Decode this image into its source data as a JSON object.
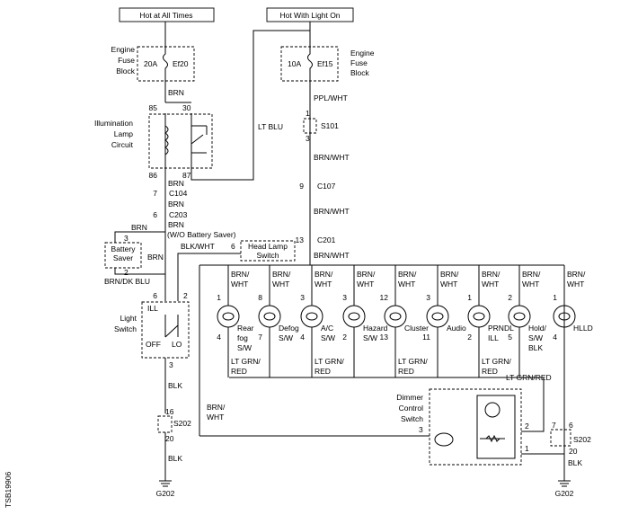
{
  "power": {
    "hot_always": "Hot at All Times",
    "hot_light": "Hot With Light On"
  },
  "fuse_left": {
    "title_1": "Engine",
    "title_2": "Fuse",
    "title_3": "Block",
    "amps": "20A",
    "name": "Ef20"
  },
  "fuse_right": {
    "title_1": "Engine",
    "title_2": "Fuse",
    "title_3": "Block",
    "amps": "10A",
    "name": "Ef15"
  },
  "illum": {
    "title_1": "Illumination",
    "title_2": "Lamp",
    "title_3": "Circuit",
    "pin85": "85",
    "pin30": "30",
    "pin86": "86",
    "pin87": "87"
  },
  "wires": {
    "brn": "BRN",
    "lt_blu": "LT BLU",
    "ppl_wht": "PPL/WHT",
    "brn_wht": "BRN/WHT",
    "wo_saver": "(W/O Battery Saver)",
    "blk_wht": "BLK/WHT",
    "brn_dk_blu": "BRN/DK BLU",
    "blk": "BLK",
    "lt_grn_red": "LT GRN/RED",
    "lt_grn": "LT GRN/",
    "red": "RED",
    "brn_": "BRN/",
    "wht": "WHT"
  },
  "connectors": {
    "c104": "C104",
    "c203": "C203",
    "c107": "C107",
    "c201": "C201",
    "s101": "S101",
    "s202": "S202"
  },
  "pins": {
    "p7": "7",
    "p6": "6",
    "p9": "9",
    "p13": "13",
    "p1": "1",
    "p3": "3",
    "p2": "2",
    "p16": "16",
    "p20": "20",
    "p4": "4",
    "p8": "8",
    "p12": "12",
    "p11": "11",
    "p5": "5"
  },
  "battery_saver": {
    "l1": "Battery",
    "l2": "Saver"
  },
  "head_lamp": {
    "l1": "Head Lamp",
    "l2": "Switch"
  },
  "light_switch": {
    "l1": "Light",
    "l2": "Switch",
    "ill": "ILL",
    "off": "OFF",
    "lo": "LO"
  },
  "lamps": [
    {
      "l1": "Rear",
      "l2": "fog",
      "l3": "S/W"
    },
    {
      "l1": "Defog",
      "l2": "S/W",
      "l3": ""
    },
    {
      "l1": "A/C",
      "l2": "S/W",
      "l3": ""
    },
    {
      "l1": "Hazard",
      "l2": "S/W",
      "l3": ""
    },
    {
      "l1": "Cluster",
      "l2": "",
      "l3": ""
    },
    {
      "l1": "Audio",
      "l2": "",
      "l3": ""
    },
    {
      "l1": "PRNDL",
      "l2": "ILL",
      "l3": ""
    },
    {
      "l1": "Hold/",
      "l2": "S/W",
      "l3": "BLK"
    },
    {
      "l1": "HLLD",
      "l2": "",
      "l3": ""
    }
  ],
  "dimmer": {
    "l1": "Dimmer",
    "l2": "Control",
    "l3": "Switch"
  },
  "grounds": {
    "g1": "G202",
    "g2": "G202"
  },
  "ref": "TSB19906"
}
